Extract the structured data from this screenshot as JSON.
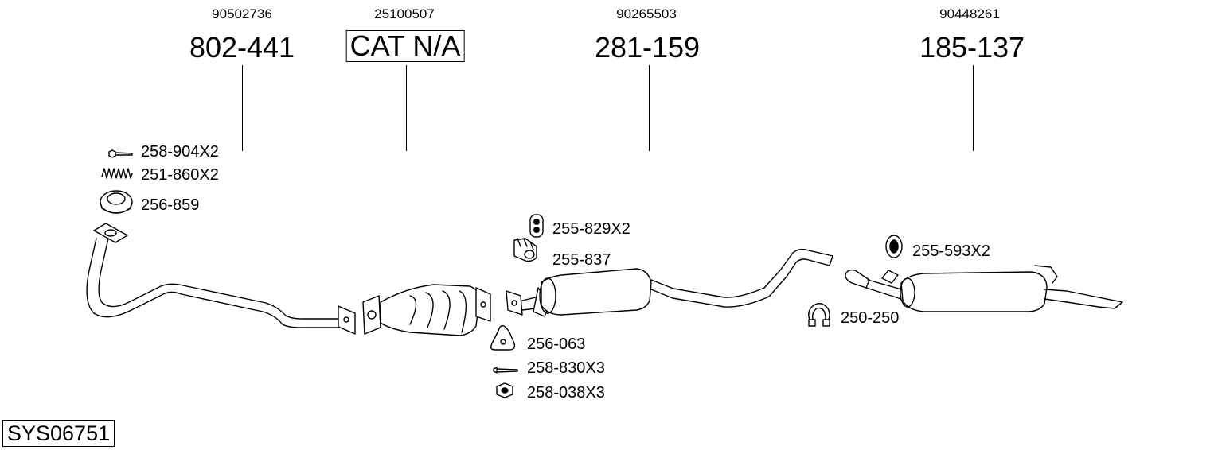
{
  "groups": [
    {
      "oem": "90502736",
      "ref": "802-441"
    },
    {
      "oem": "25100507",
      "ref": "CAT N/A"
    },
    {
      "oem": "90265503",
      "ref": "281-159"
    },
    {
      "oem": "90448261",
      "ref": "185-137"
    }
  ],
  "parts": [
    "258-904X2",
    "251-860X2",
    "256-859",
    "255-829X2",
    "255-837",
    "256-063",
    "258-830X3",
    "258-038X3",
    "255-593X2",
    "250-250"
  ],
  "system_code": "SYS06751"
}
